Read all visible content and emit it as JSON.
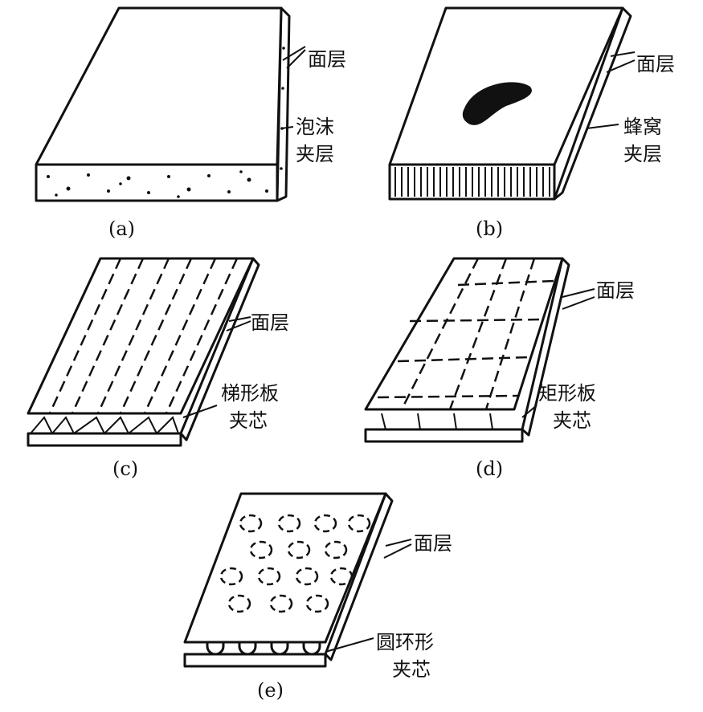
{
  "panels": {
    "a": {
      "caption": "(a)",
      "face_label": "面层",
      "core_label_1": "泡沫",
      "core_label_2": "夹层"
    },
    "b": {
      "caption": "(b)",
      "face_label": "面层",
      "core_label_1": "蜂窝",
      "core_label_2": "夹层"
    },
    "c": {
      "caption": "(c)",
      "face_label": "面层",
      "core_label_1": "梯形板",
      "core_label_2": "夹芯"
    },
    "d": {
      "caption": "(d)",
      "face_label": "面层",
      "core_label_1": "矩形板",
      "core_label_2": "夹芯"
    },
    "e": {
      "caption": "(e)",
      "face_label": "面层",
      "core_label_1": "圆环形",
      "core_label_2": "夹芯"
    }
  }
}
